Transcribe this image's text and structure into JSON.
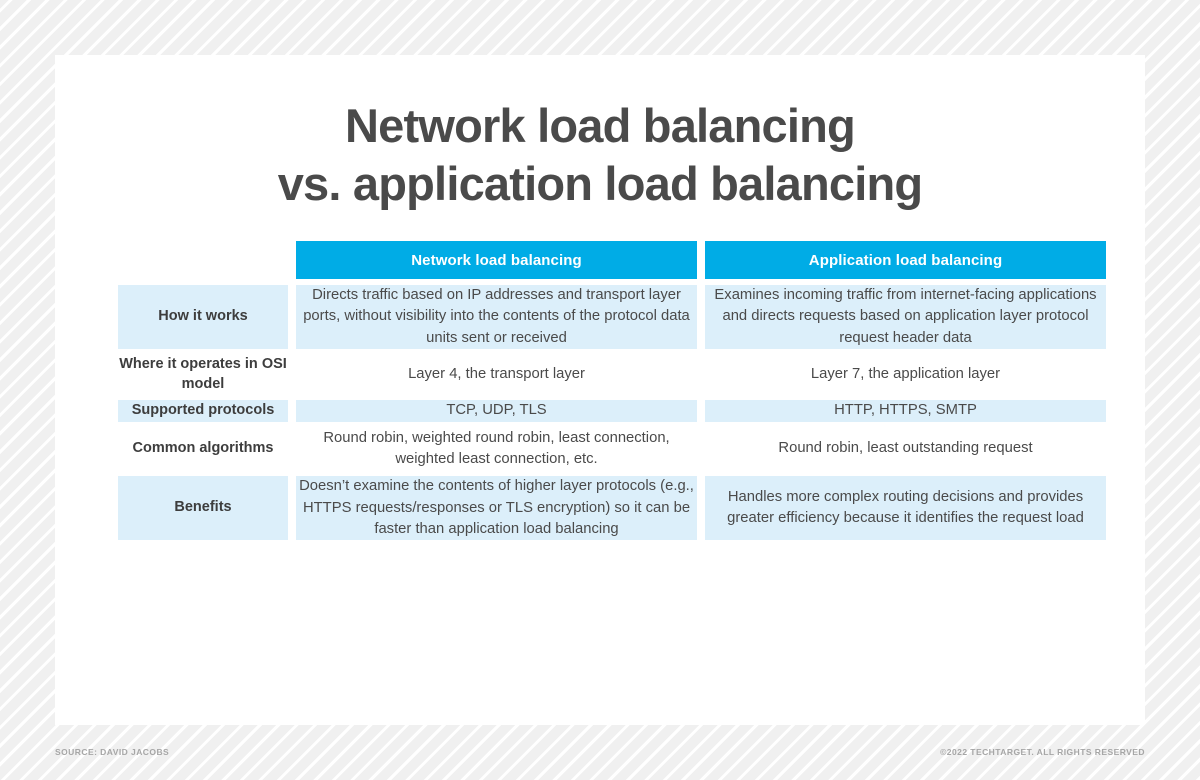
{
  "title": {
    "line1": "Network load balancing",
    "line2": "vs. application load balancing"
  },
  "table": {
    "columns": [
      {
        "key": "label",
        "header": ""
      },
      {
        "key": "network",
        "header": "Network load balancing"
      },
      {
        "key": "application",
        "header": "Application load balancing"
      }
    ],
    "rows": [
      {
        "label": "How it works",
        "network": "Directs traffic based on IP addresses and transport layer ports, without visibility into the contents of the protocol data units sent or received",
        "application": "Examines incoming traffic from internet-facing applications and directs requests based on application layer protocol request header data",
        "shaded": true
      },
      {
        "label": "Where it operates in OSI model",
        "network": "Layer 4, the transport layer",
        "application": "Layer 7, the application layer",
        "shaded": false
      },
      {
        "label": "Supported protocols",
        "network": "TCP, UDP, TLS",
        "application": "HTTP, HTTPS, SMTP",
        "shaded": true
      },
      {
        "label": "Common algorithms",
        "network": "Round robin, weighted round robin, least connection, weighted least connection, etc.",
        "application": "Round robin, least outstanding request",
        "shaded": false
      },
      {
        "label": "Benefits",
        "network": "Doesn’t examine the contents of higher layer protocols (e.g., HTTPS requests/responses or TLS encryption) so it can be faster than application load balancing",
        "application": "Handles more complex routing decisions and provides greater efficiency because it identifies the request load",
        "shaded": true
      }
    ]
  },
  "footer": {
    "source": "SOURCE: DAVID JACOBS",
    "copyright": "©2022 TECHTARGET. ALL RIGHTS RESERVED"
  },
  "colors": {
    "header_blue": "#00ace6",
    "cell_blue": "#dceffa",
    "text_dark": "#4a4a4a",
    "card_white": "#ffffff",
    "page_gray": "#f2f2f2",
    "footnote_gray": "#a6a6a6"
  }
}
